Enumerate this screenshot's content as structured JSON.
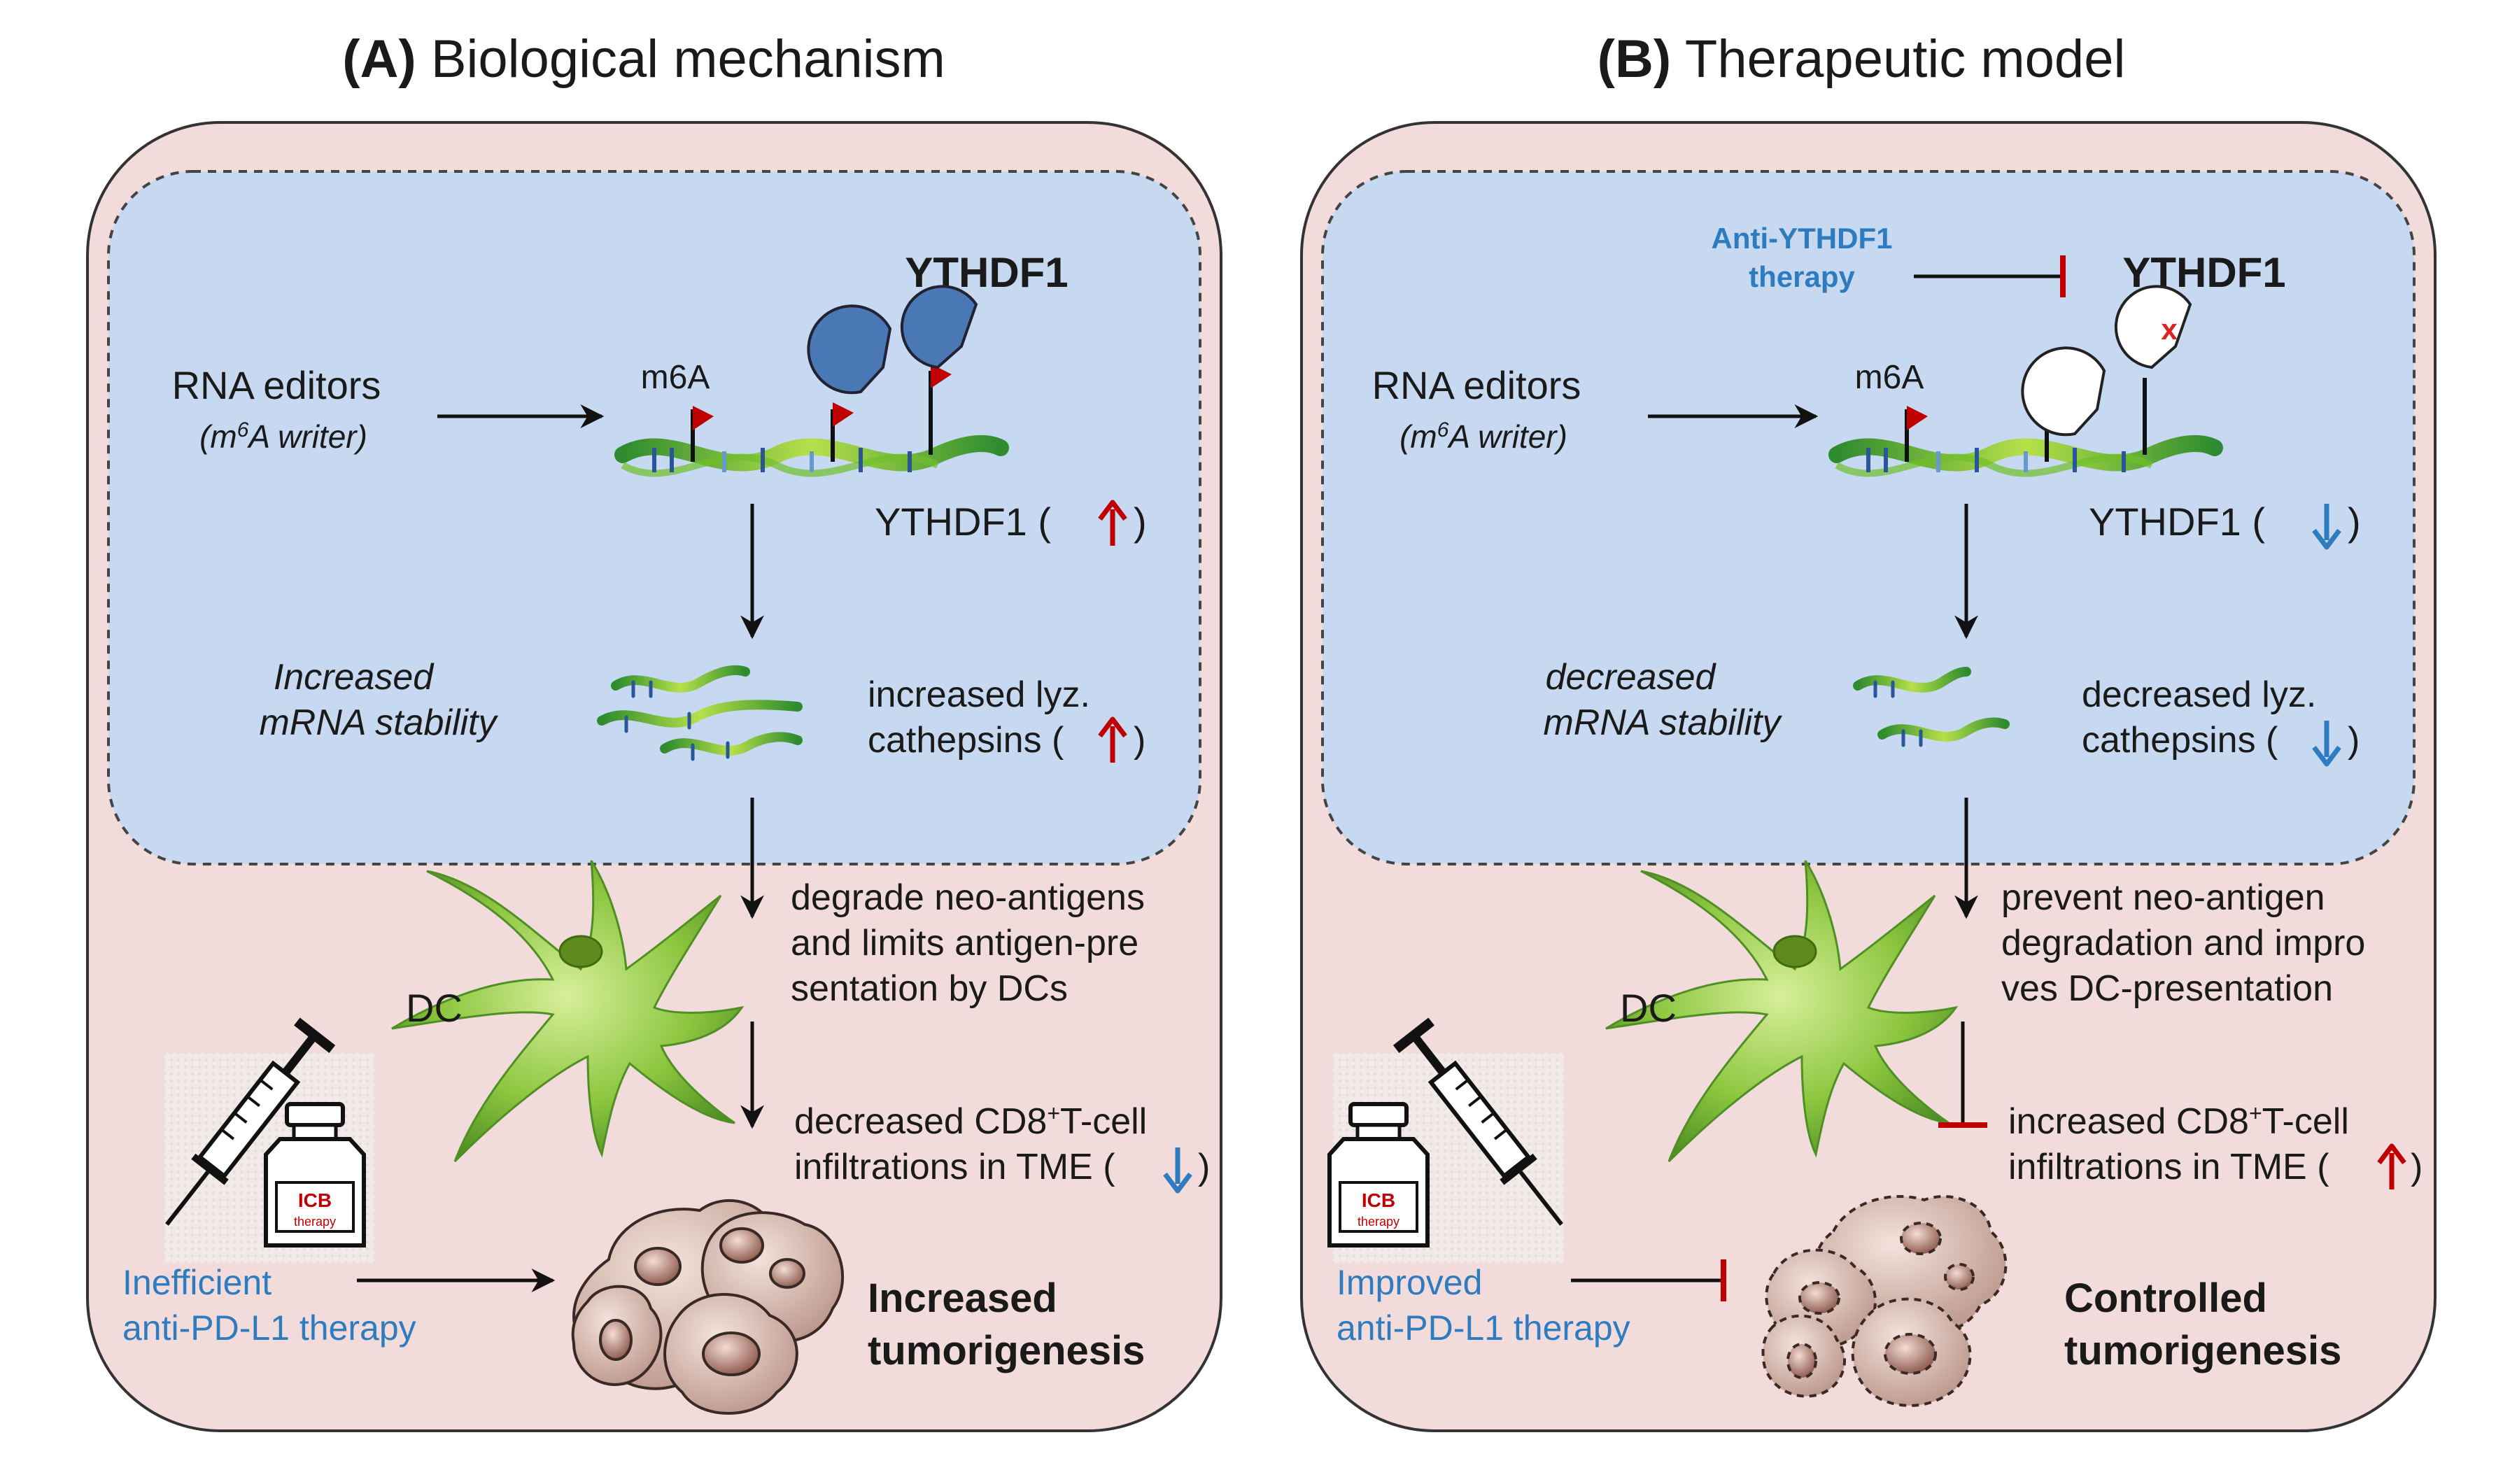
{
  "colors": {
    "outer_fill": "#f2dcdb",
    "inner_fill": "#c6d9f1",
    "protein": "#4a78b5",
    "red_arrow": "#c00000",
    "blue_arrow": "#2e7bbf",
    "blue_text": "#2e7bbf",
    "dc_cell": "#7cbf3a",
    "tumor_cell": "#c9a89c"
  },
  "icons": [
    "syringe-icon",
    "vial-icon",
    "dendritic-cell-icon",
    "tumor-cells-icon",
    "mrna-strand-icon",
    "ythdf1-protein-icon"
  ],
  "panel_a": {
    "title_letter": "(A)",
    "title_text": " Biological mechanism",
    "ythdf1_label": "YTHDF1",
    "rna_editors": "RNA editors",
    "m6a_writer_pre": "(m",
    "m6a_writer_sup": "6",
    "m6a_writer_post": "A writer)",
    "m6a_label": "m6A",
    "ythdf1_level": "YTHDF1 (",
    "stability_l1": "Increased",
    "stability_l2": "mRNA stability",
    "lyz_l1": "increased lyz.",
    "lyz_l2": "cathepsins (",
    "close_paren": ")",
    "dc_label": "DC",
    "degrade_l1": "degrade neo-antigens",
    "degrade_l2": "and limits antigen-pre",
    "degrade_l3": "sentation by DCs",
    "cd8_l1_pre": "decreased CD8",
    "cd8_sup": "+",
    "cd8_l1_post": "T-cell",
    "cd8_l2": "infiltrations  in TME (",
    "therapy_l1": "Inefficient",
    "therapy_l2": "anti-PD-L1 therapy",
    "outcome_l1": "Increased",
    "outcome_l2": "tumorigenesis",
    "icb": "ICB",
    "icb_sub": "therapy"
  },
  "panel_b": {
    "title_letter": "(B)",
    "title_text": " Therapeutic model",
    "anti_l1": "Anti-YTHDF1",
    "anti_l2": "therapy",
    "ythdf1_label": "YTHDF1",
    "rna_editors": "RNA editors",
    "m6a_writer_pre": "(m",
    "m6a_writer_sup": "6",
    "m6a_writer_post": "A writer)",
    "m6a_label": "m6A",
    "ythdf1_level": "YTHDF1 (",
    "stability_l1": "decreased",
    "stability_l2": "mRNA stability",
    "lyz_l1": "decreased lyz.",
    "lyz_l2": "cathepsins (",
    "close_paren": ")",
    "dc_label": "DC",
    "prevent_l1": "prevent  neo-antigen",
    "prevent_l2": "degradation and impro",
    "prevent_l3": "ves DC-presentation",
    "cd8_l1_pre": "increased CD8",
    "cd8_sup": "+",
    "cd8_l1_post": "T-cell",
    "cd8_l2": "infiltrations  in TME (",
    "therapy_l1": "Improved",
    "therapy_l2": "anti-PD-L1 therapy",
    "outcome_l1": "Controlled",
    "outcome_l2": "tumorigenesis",
    "icb": "ICB",
    "icb_sub": "therapy",
    "x_mark": "x"
  }
}
